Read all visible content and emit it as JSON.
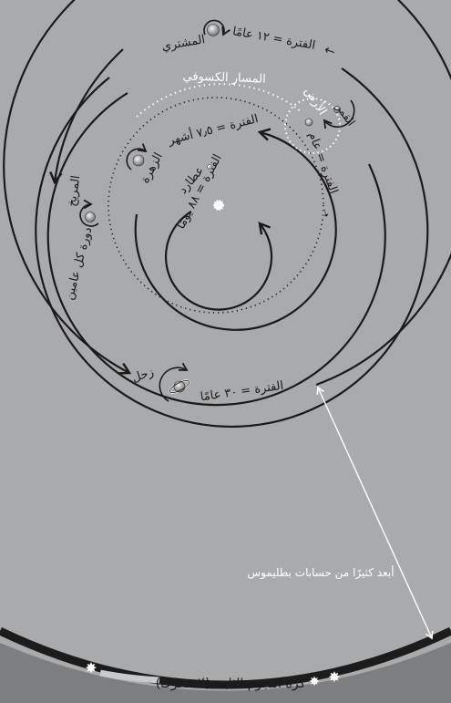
{
  "labels": {
    "jupiter_period": "الفترة = ١٢ عامًا",
    "jupiter": "المشتري",
    "ecliptic": "المسار الكسوفي",
    "moon": "القمر",
    "earth": "الأرض",
    "sun_period": "الفترة = عام",
    "venus_period": "الفترة = ٧٫٥ أشهر",
    "venus": "الزهرة",
    "mercury_period": "الفترة = ٨٨ يومًا",
    "mercury": "عطارد",
    "mars": "المريخ",
    "mars_period": "دورة كل عامين",
    "saturn": "زحل",
    "saturn_period": "الفترة = ٣٠ عامًا",
    "far_note": "أبعد كثيرًا من حسابات بطليموس",
    "fixed_stars": "كرة النجوم الثابتة (لا تتحرك)"
  },
  "colors": {
    "background": "#a9aaac",
    "lines": "#1a1a1a",
    "white": "#ffffff",
    "band_dark": "#1c1c1c",
    "band_fill": "#7d7e80"
  }
}
